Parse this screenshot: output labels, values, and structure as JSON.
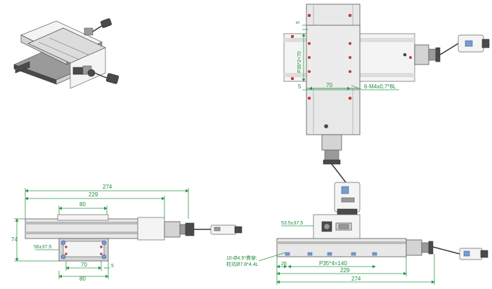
{
  "front": {
    "dim_274": "274",
    "dim_229": "229",
    "dim_80_top": "80",
    "dim_74": "74",
    "dim_56": "56±37.5",
    "dim_70": "70",
    "dim_5": "5",
    "dim_80_bottom": "80"
  },
  "top": {
    "dim_5_top": "5",
    "dim_p35": "P35*2=70",
    "dim_5_left": "5",
    "dim_70": "70",
    "thread_note": "6-M4x0.7*8L"
  },
  "side": {
    "dim_53": "53.5±37.5",
    "hole_note_1": "10-Ø4.5*貫穿;",
    "hole_note_2": "柱坑Ø7.8*4.4L",
    "dim_26": "26",
    "dim_p35_140": "P35*4=140",
    "dim_229": "229",
    "dim_274": "274"
  },
  "colors": {
    "dimension": "#2e9a4a",
    "hardware": "#d83a3a",
    "cable_connector": "#7a9bd1"
  }
}
